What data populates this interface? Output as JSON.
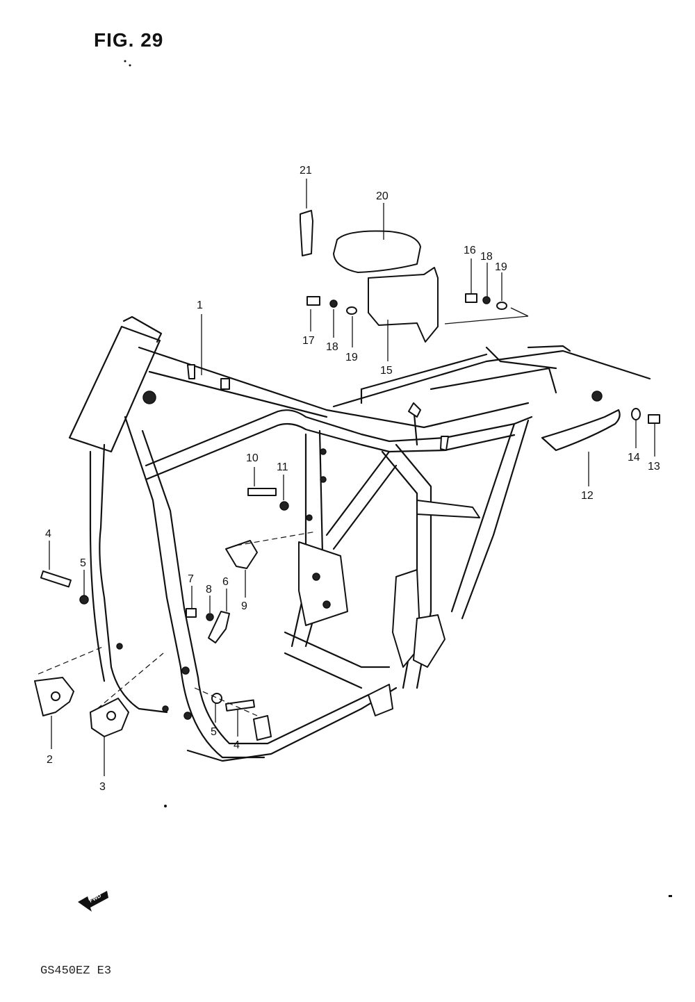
{
  "figure": {
    "title": "FIG. 29",
    "model_code": "GS450EZ  E3",
    "fwd_label": "FWD"
  },
  "callouts": [
    {
      "id": "c1",
      "label": "1"
    },
    {
      "id": "c2",
      "label": "2"
    },
    {
      "id": "c3",
      "label": "3"
    },
    {
      "id": "c4a",
      "label": "4"
    },
    {
      "id": "c4b",
      "label": "4"
    },
    {
      "id": "c5a",
      "label": "5"
    },
    {
      "id": "c5b",
      "label": "5"
    },
    {
      "id": "c6",
      "label": "6"
    },
    {
      "id": "c7",
      "label": "7"
    },
    {
      "id": "c8",
      "label": "8"
    },
    {
      "id": "c9",
      "label": "9"
    },
    {
      "id": "c10",
      "label": "10"
    },
    {
      "id": "c11",
      "label": "11"
    },
    {
      "id": "c12",
      "label": "12"
    },
    {
      "id": "c13",
      "label": "13"
    },
    {
      "id": "c14",
      "label": "14"
    },
    {
      "id": "c15",
      "label": "15"
    },
    {
      "id": "c16",
      "label": "16"
    },
    {
      "id": "c17",
      "label": "17"
    },
    {
      "id": "c18a",
      "label": "18"
    },
    {
      "id": "c18b",
      "label": "18"
    },
    {
      "id": "c19a",
      "label": "19"
    },
    {
      "id": "c19b",
      "label": "19"
    },
    {
      "id": "c20",
      "label": "20"
    },
    {
      "id": "c21",
      "label": "21"
    }
  ]
}
